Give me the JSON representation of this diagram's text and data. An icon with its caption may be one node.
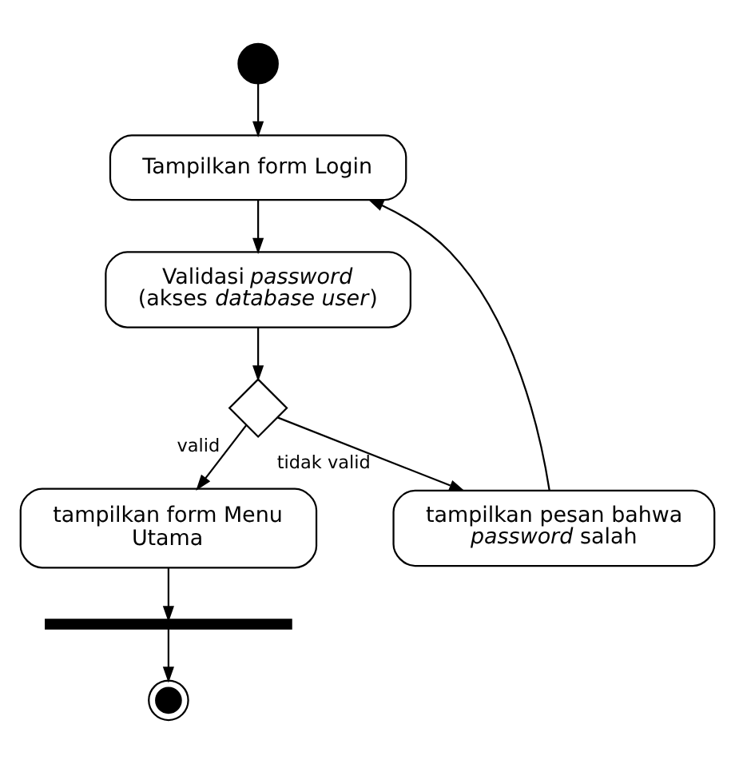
{
  "diagram": {
    "nodes": [
      {
        "text": [],
        "shape": "circle"
      },
      {
        "text": [
          "Tampilkan form Login"
        ]
      },
      {
        "text": [
          "Validasi *password* (akses *database user*)"
        ]
      },
      {
        "text": [],
        "shape": "diamond"
      },
      {
        "text": [
          "tampilkan form Menu Utama"
        ]
      },
      {
        "text": [
          "tampilkan pesan bahwa *password* salah"
        ]
      },
      {
        "text": [],
        "shape": "bar"
      },
      {
        "text": [],
        "shape": "bullseye"
      }
    ],
    "edges": [
      {
        "from": 0,
        "to": 1,
        "arrow": "to"
      },
      {
        "from": 1,
        "to": 2,
        "arrow": "to"
      },
      {
        "from": 2,
        "to": 3,
        "arrow": "to"
      },
      {
        "from": 3,
        "to": 4,
        "arrow": "to",
        "label": "valid"
      },
      {
        "from": 3,
        "to": 5,
        "arrow": "to",
        "label": "tidak valid"
      },
      {
        "from": 5,
        "to": 1,
        "arrow": "to"
      },
      {
        "from": 4,
        "to": 6,
        "arrow": "to"
      },
      {
        "from": 6,
        "to": 7,
        "arrow": "to"
      }
    ]
  }
}
